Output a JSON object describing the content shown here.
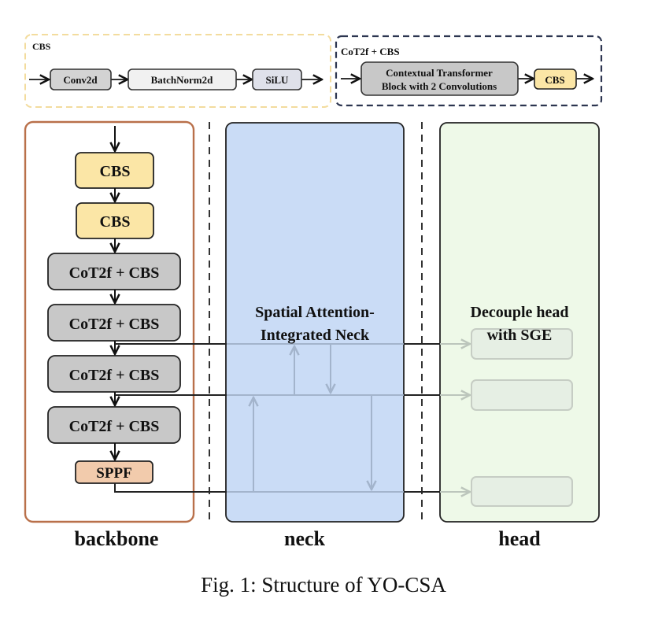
{
  "legend": {
    "cbs": {
      "title": "CBS",
      "blocks": [
        "Conv2d",
        "BatchNorm2d",
        "SiLU"
      ]
    },
    "cot2f": {
      "title": "CoT2f + CBS",
      "block_line1": "Contextual Transformer",
      "block_line2": "Block with 2 Convolutions",
      "cbs_label": "CBS"
    }
  },
  "backbone": {
    "label": "backbone",
    "blocks": [
      "CBS",
      "CBS",
      "CoT2f + CBS",
      "CoT2f + CBS",
      "CoT2f + CBS",
      "CoT2f + CBS",
      "SPPF"
    ]
  },
  "neck": {
    "label": "neck",
    "title_line1": "Spatial Attention-",
    "title_line2": "Integrated Neck"
  },
  "head": {
    "label": "head",
    "title_line1": "Decouple head",
    "title_line2": "with SGE"
  },
  "caption": "Fig. 1: Structure of YO-CSA",
  "colors": {
    "cbs_fill": "#fbe6a6",
    "cot_fill": "#c8c8c8",
    "sppf_fill": "#f2cbac",
    "backbone_border": "#b9704a",
    "neck_fill": "#cadcf6",
    "head_fill": "#eef9e8",
    "legend_cbs_border": "#f3dc9e",
    "legend_cot_border": "#2c3550"
  }
}
